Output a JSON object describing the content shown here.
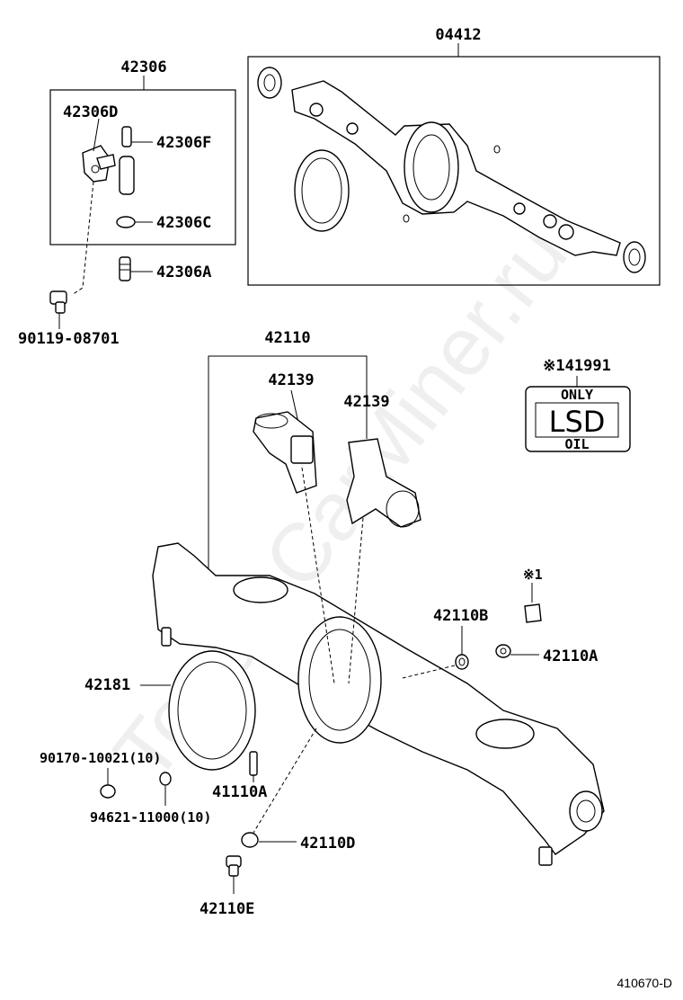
{
  "watermark": "ToyotaCarMiner.ru",
  "figure_ref": "410670-D",
  "lsd_plate": {
    "top": "ONLY",
    "main": "LSD",
    "bottom": "OIL"
  },
  "labels": {
    "l04412": "04412",
    "l42306": "42306",
    "l42306D": "42306D",
    "l42306F": "42306F",
    "l42306C": "42306C",
    "l42306A": "42306A",
    "l90119": "90119-08701",
    "l42110": "42110",
    "l42139a": "42139",
    "l42139b": "42139",
    "l41991": "※141991",
    "l_note1": "※1",
    "l42110B": "42110B",
    "l42110A": "42110A",
    "l42181": "42181",
    "l90170": "90170-10021(10)",
    "l94621": "94621-11000(10)",
    "l41110A": "41110A",
    "l42110D": "42110D",
    "l42110E": "42110E"
  }
}
